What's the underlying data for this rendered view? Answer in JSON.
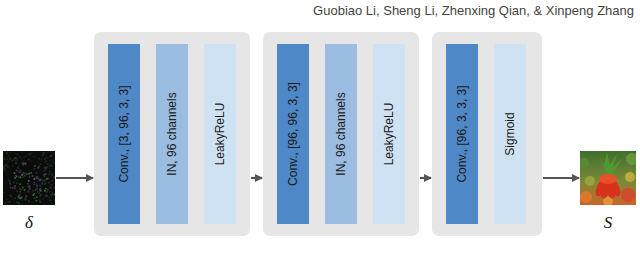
{
  "diagram": {
    "nodes": [
      {
        "text": [
          "δ"
        ]
      },
      {
        "text": []
      },
      {
        "text": [
          "Conv., [3, 96, 3, 3]"
        ],
        "in": 1
      },
      {
        "text": [
          "IN, 96 channels"
        ],
        "in": 1
      },
      {
        "text": [
          "LeakyReLU"
        ],
        "in": 1
      },
      {
        "text": []
      },
      {
        "text": [
          "Conv., [96, 96, 3, 3]"
        ],
        "in": 5
      },
      {
        "text": [
          "IN, 96 channels"
        ],
        "in": 5
      },
      {
        "text": [
          "LeakyReLU"
        ],
        "in": 5
      },
      {
        "text": []
      },
      {
        "text": [
          "Conv., [96, 3, 3, 3]"
        ],
        "in": 9
      },
      {
        "text": [
          "Sigmoid"
        ],
        "in": 9
      },
      {
        "text": [
          "S"
        ]
      }
    ],
    "edges": [
      {
        "from": 0,
        "to": 1,
        "arrow": "to"
      },
      {
        "from": 1,
        "to": 5,
        "arrow": "to"
      },
      {
        "from": 5,
        "to": 9,
        "arrow": "to"
      },
      {
        "from": 9,
        "to": 12,
        "arrow": "to"
      }
    ],
    "labels": [
      "Guobiao Li, Sheng Li, Zhenxing Qian, & Xinpeng Zhang"
    ]
  }
}
